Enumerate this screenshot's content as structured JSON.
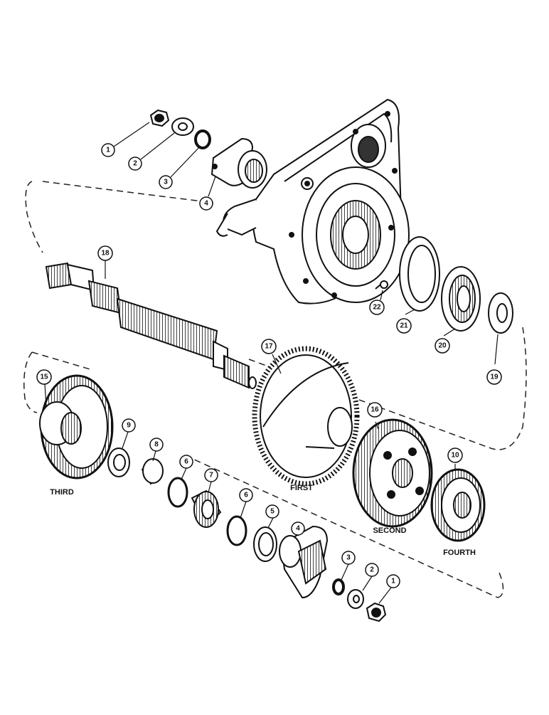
{
  "callouts": {
    "c1a": "1",
    "c2a": "2",
    "c3a": "3",
    "c4a": "4",
    "c18": "18",
    "c22": "22",
    "c21": "21",
    "c20": "20",
    "c19": "19",
    "c17": "17",
    "c15": "15",
    "c9": "9",
    "c8": "8",
    "c6a": "6",
    "c7": "7",
    "c16": "16",
    "c10": "10",
    "c6b": "6",
    "c5": "5",
    "c4b": "4",
    "c3b": "3",
    "c2b": "2",
    "c1b": "1"
  },
  "gear_labels": {
    "third": "THIRD",
    "first": "FIRST",
    "second": "SECOND",
    "fourth": "FOURTH"
  }
}
